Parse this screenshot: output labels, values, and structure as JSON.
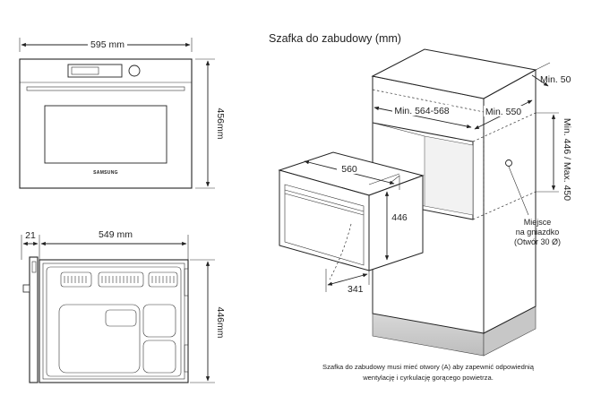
{
  "front_view": {
    "width_label": "595 mm",
    "height_label": "456mm",
    "brand": "SAMSUNG"
  },
  "side_view": {
    "offset_label": "21",
    "depth_label": "549 mm",
    "height_label": "446mm"
  },
  "cabinet": {
    "title": "Szafka do zabudowy (mm)",
    "min_top": "Min. 50",
    "min_width": "Min. 564-568",
    "min_depth": "Min. 550",
    "min_max_height": "Min. 446 / Max. 450",
    "oven_width": "560",
    "oven_height": "446",
    "oven_depth": "341",
    "socket_line1": "Miejsce",
    "socket_line2": "na gniazdko",
    "socket_line3": "(Otwór 30 Ø)",
    "note_line1": "Szafka do zabudowy musi mieć otwory (A) aby zapewnić odpowiednią",
    "note_line2": "wentylację i cyrkulację gorącego powietrza."
  }
}
